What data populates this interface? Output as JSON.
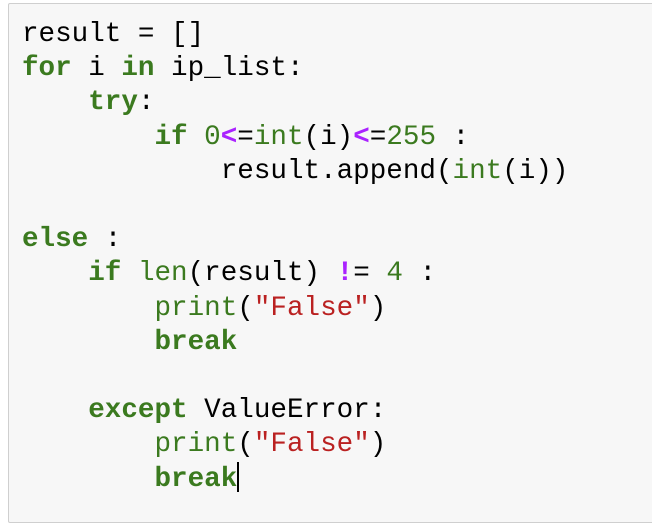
{
  "cell": {
    "lines": [
      [
        [
          "t",
          "result = []"
        ]
      ],
      [
        [
          "k",
          "for"
        ],
        [
          "t",
          " i "
        ],
        [
          "k",
          "in"
        ],
        [
          "t",
          " ip_list:"
        ]
      ],
      [
        [
          "t",
          "    "
        ],
        [
          "k",
          "try"
        ],
        [
          "t",
          ":"
        ]
      ],
      [
        [
          "t",
          "        "
        ],
        [
          "k",
          "if"
        ],
        [
          "t",
          " "
        ],
        [
          "n",
          "0"
        ],
        [
          "o",
          "<"
        ],
        [
          "t",
          "="
        ],
        [
          "b",
          "int"
        ],
        [
          "t",
          "(i)"
        ],
        [
          "o",
          "<"
        ],
        [
          "t",
          "="
        ],
        [
          "n",
          "255"
        ],
        [
          "t",
          " :"
        ]
      ],
      [
        [
          "t",
          "            result.append("
        ],
        [
          "b",
          "int"
        ],
        [
          "t",
          "(i))"
        ]
      ],
      [],
      [
        [
          "k",
          "else"
        ],
        [
          "t",
          " :"
        ]
      ],
      [
        [
          "t",
          "    "
        ],
        [
          "k",
          "if"
        ],
        [
          "t",
          " "
        ],
        [
          "b",
          "len"
        ],
        [
          "t",
          "(result) "
        ],
        [
          "o",
          "!"
        ],
        [
          "t",
          "= "
        ],
        [
          "n",
          "4"
        ],
        [
          "t",
          " :"
        ]
      ],
      [
        [
          "t",
          "        "
        ],
        [
          "b",
          "print"
        ],
        [
          "t",
          "("
        ],
        [
          "s",
          "\"False\""
        ],
        [
          "t",
          ")"
        ]
      ],
      [
        [
          "t",
          "        "
        ],
        [
          "k",
          "break"
        ]
      ],
      [],
      [
        [
          "t",
          "    "
        ],
        [
          "k",
          "except"
        ],
        [
          "t",
          " ValueError:"
        ]
      ],
      [
        [
          "t",
          "        "
        ],
        [
          "b",
          "print"
        ],
        [
          "t",
          "("
        ],
        [
          "s",
          "\"False\""
        ],
        [
          "t",
          ")"
        ]
      ],
      [
        [
          "t",
          "        "
        ],
        [
          "k",
          "break"
        ]
      ]
    ],
    "cursor_line": 13
  }
}
